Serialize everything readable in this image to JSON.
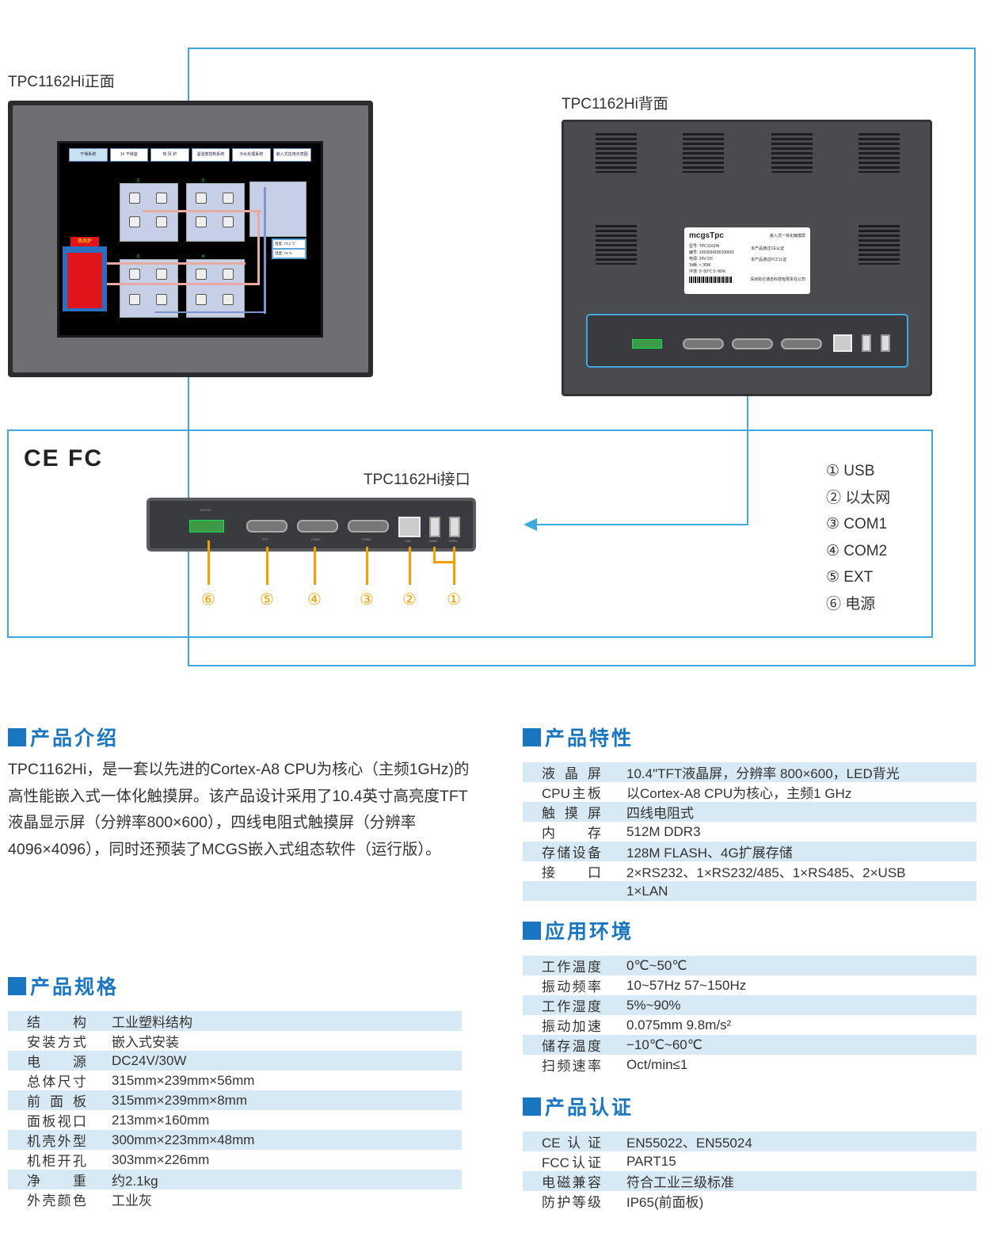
{
  "front": {
    "label": "TPC1162Hi正面",
    "screen_tabs": [
      "干燥系统",
      "1# 干燥室",
      "热 风 炉",
      "温湿度控制系统",
      "污水处理系统",
      "嵌入式应用示意图"
    ],
    "room_numbers": [
      "2",
      "1",
      "3",
      "4"
    ],
    "furnace_label": "热风炉",
    "readout": {
      "temp": "温度: 73.1 ℃",
      "humidity": "湿度: 74 %"
    }
  },
  "back": {
    "label": "TPC1162Hi背面",
    "plate": {
      "logo": "mcgsTpc",
      "product": "嵌入式一体化触摸屏",
      "lines": [
        "型号: TPC1162Hi",
        "编号: 1053934180100001",
        "电源: 24V DC",
        "功耗: < 30W",
        "环境: 0~50℃   5~90%"
      ],
      "ce_note": "本产品通过CE认证",
      "fcc_note": "本产品通过FCC认证",
      "company": "深圳昆仑通态科技有限责任公司"
    }
  },
  "interface": {
    "label": "TPC1162Hi接口",
    "port_labels": [
      "24V DC",
      "EXT",
      "COM2",
      "COM1",
      "LAN",
      "USB2",
      "USB1"
    ],
    "markers": [
      "⑥",
      "⑤",
      "④",
      "③",
      "②",
      "①"
    ]
  },
  "cert_icons": "CE FC",
  "legend": [
    "① USB",
    "② 以太网",
    "③ COM1",
    "④ COM2",
    "⑤ EXT",
    "⑥ 电源"
  ],
  "intro": {
    "title": "产品介绍",
    "text": "TPC1162Hi，是一套以先进的Cortex-A8  CPU为核心（主频1GHz)的高性能嵌入式一体化触摸屏。该产品设计采用了10.4英寸高亮度TFT液晶显示屏（分辨率800×600），四线电阻式触摸屏（分辨率4096×4096），同时还预装了MCGS嵌入式组态软件（运行版）。"
  },
  "features": {
    "title": "产品特性",
    "rows": [
      {
        "k": "液晶屏",
        "v": "10.4\"TFT液晶屏，分辨率 800×600，LED背光"
      },
      {
        "k": "CPU主板",
        "v": "以Cortex-A8 CPU为核心，主频1 GHz"
      },
      {
        "k": "触摸屏",
        "v": "四线电阻式"
      },
      {
        "k": "内存",
        "v": "512M DDR3"
      },
      {
        "k": "存储设备",
        "v": "128M FLASH、4G扩展存储"
      },
      {
        "k": "接口",
        "v": "2×RS232、1×RS232/485、1×RS485、2×USB"
      },
      {
        "k": "",
        "v": "1×LAN"
      }
    ]
  },
  "environment": {
    "title": "应用环境",
    "rows": [
      {
        "k": "工作温度",
        "v": "0℃~50℃"
      },
      {
        "k": "振动频率",
        "v": "10~57Hz   57~150Hz"
      },
      {
        "k": "工作湿度",
        "v": "5%~90%"
      },
      {
        "k": "振动加速",
        "v": "0.075mm 9.8m/s²"
      },
      {
        "k": "储存温度",
        "v": "−10℃~60℃"
      },
      {
        "k": "扫频速率",
        "v": "Oct/min≤1"
      }
    ]
  },
  "certification": {
    "title": "产品认证",
    "rows": [
      {
        "k": "CE认证",
        "v": "EN55022、EN55024"
      },
      {
        "k": "FCC认证",
        "v": "PART15"
      },
      {
        "k": "电磁兼容",
        "v": "符合工业三级标准"
      },
      {
        "k": "防护等级",
        "v": "IP65(前面板)"
      }
    ]
  },
  "specs": {
    "title": "产品规格",
    "rows": [
      {
        "k": "结构",
        "v": "工业塑料结构"
      },
      {
        "k": "安装方式",
        "v": "嵌入式安装"
      },
      {
        "k": "电源",
        "v": "DC24V/30W"
      },
      {
        "k": "总体尺寸",
        "v": "315mm×239mm×56mm"
      },
      {
        "k": "前面板",
        "v": "315mm×239mm×8mm"
      },
      {
        "k": "面板视口",
        "v": "213mm×160mm"
      },
      {
        "k": "机壳外型",
        "v": "300mm×223mm×48mm"
      },
      {
        "k": "机柜开孔",
        "v": "303mm×226mm"
      },
      {
        "k": "净重",
        "v": "约2.1kg"
      },
      {
        "k": "外壳颜色",
        "v": "工业灰"
      }
    ]
  }
}
